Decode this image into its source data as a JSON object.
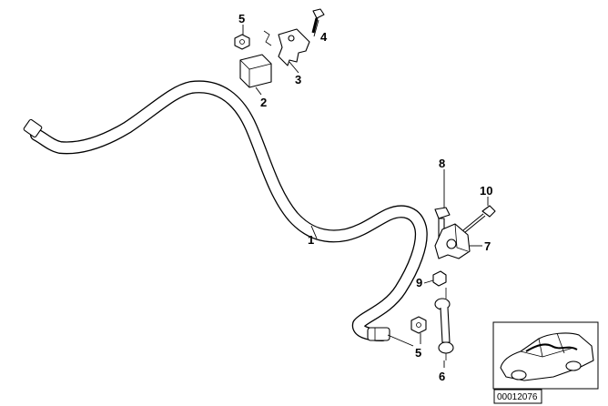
{
  "callouts": {
    "c1": "1",
    "c2": "2",
    "c3": "3",
    "c4": "4",
    "c5_top": "5",
    "c5_bottom": "5",
    "c6": "6",
    "c7": "7",
    "c8": "8",
    "c9": "9",
    "c10": "10"
  },
  "inset": {
    "doc_number": "00012076"
  }
}
